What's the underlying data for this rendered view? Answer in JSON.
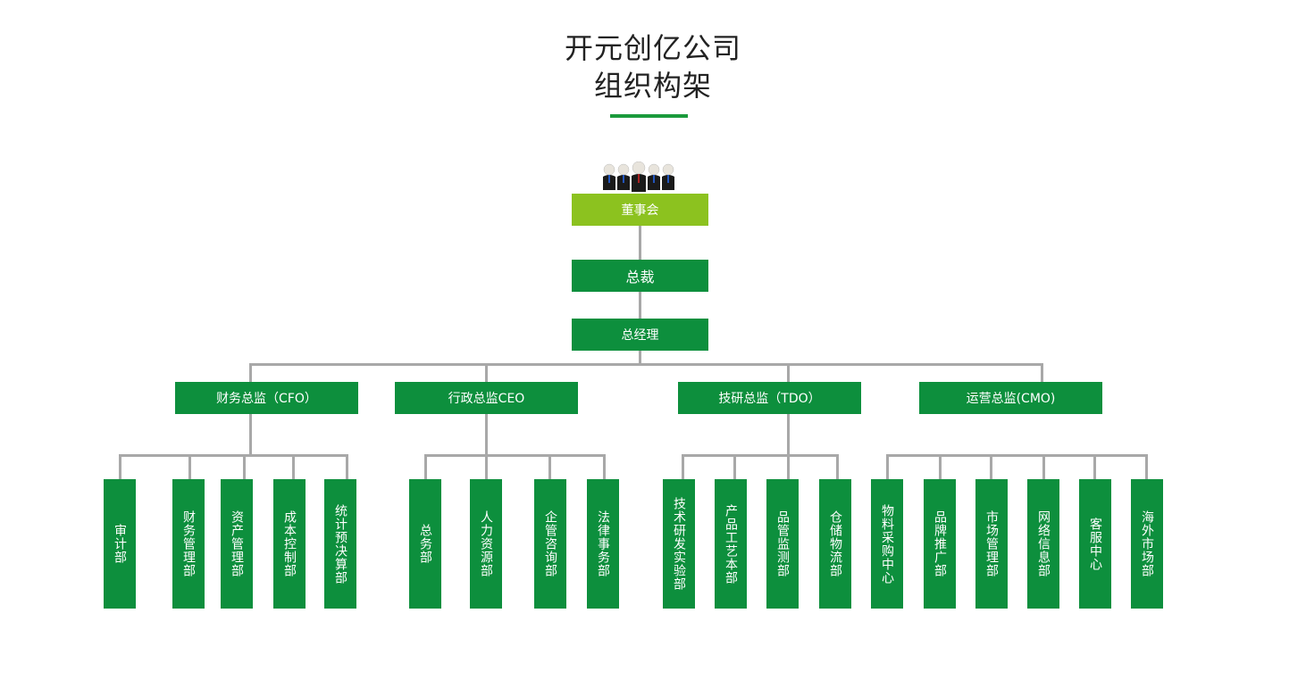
{
  "title": {
    "line1": "开元创亿公司",
    "line2": "组织构架",
    "accent_color": "#1a9a3c"
  },
  "colors": {
    "board": "#8cc21f",
    "box": "#0d8f3d",
    "connector": "#a8a8a8"
  },
  "org": {
    "board_icon": "people-group-icon",
    "board": "董事会",
    "president": "总裁",
    "general_manager": "总经理",
    "directors": [
      {
        "label": "财务总监（CFO）",
        "departments": [
          "审计部",
          "财务管理部",
          "资产管理部",
          "成本控制部",
          "统计预决算部"
        ]
      },
      {
        "label": "行政总监CEO",
        "departments": [
          "总务部",
          "人力资源部",
          "企管咨询部",
          "法律事务部"
        ]
      },
      {
        "label": "技研总监（TDO）",
        "departments": [
          "技术研发实验部",
          "产品工艺本部",
          "品管监测部",
          "仓储物流部"
        ]
      },
      {
        "label": "运营总监(CMO)",
        "departments": [
          "物料采购中心",
          "品牌推广部",
          "市场管理部",
          "网络信息部",
          "客服中心",
          "海外市场部"
        ]
      }
    ]
  }
}
